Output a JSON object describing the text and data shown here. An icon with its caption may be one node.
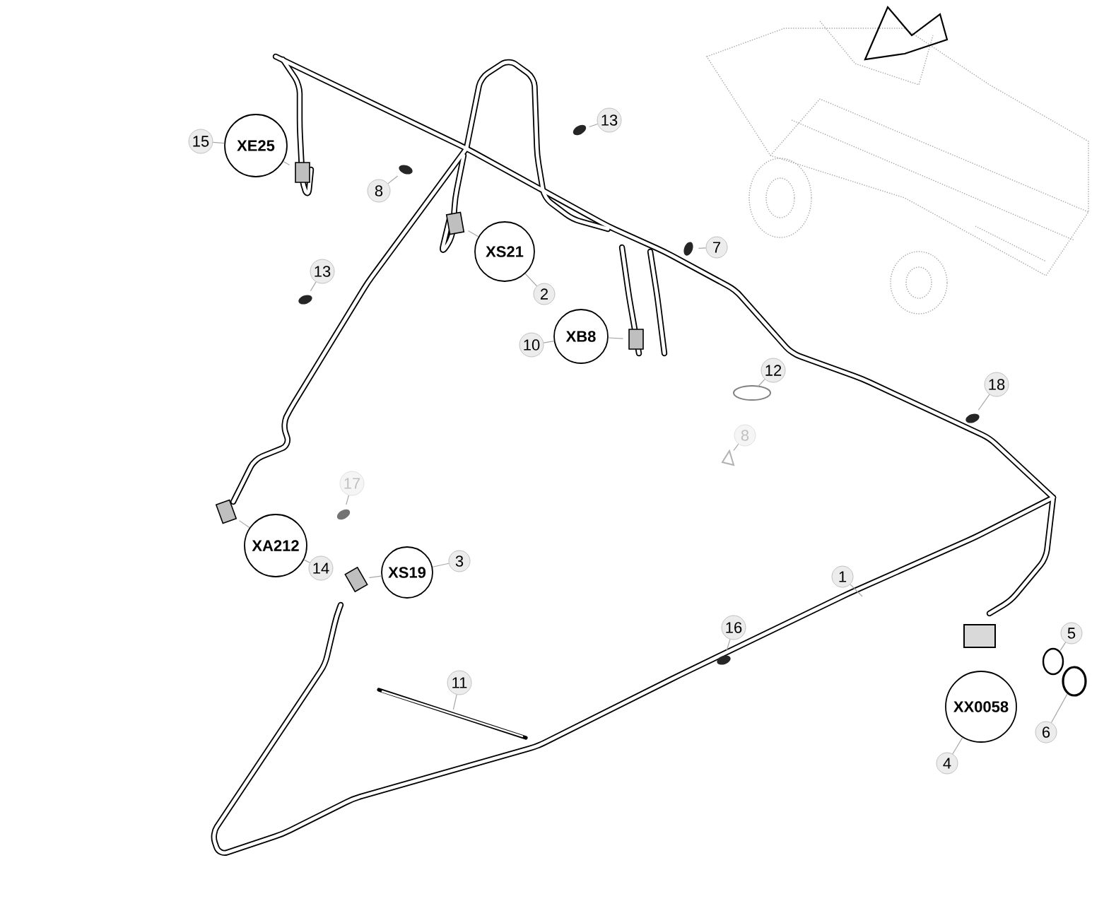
{
  "diagram": {
    "nodes": [
      {
        "text": [
          "15"
        ]
      },
      {
        "text": [
          "XE25"
        ]
      },
      {
        "text": [
          "8"
        ]
      },
      {
        "text": [
          "13"
        ]
      },
      {
        "text": [
          "13"
        ]
      },
      {
        "text": [
          "XS21"
        ]
      },
      {
        "text": [
          "2"
        ]
      },
      {
        "text": [
          "7"
        ]
      },
      {
        "text": [
          "XB8"
        ]
      },
      {
        "text": [
          "10"
        ]
      },
      {
        "text": [
          "12"
        ]
      },
      {
        "text": [
          "8"
        ]
      },
      {
        "text": [
          "18"
        ]
      },
      {
        "text": [
          "17"
        ]
      },
      {
        "text": [
          "XA212"
        ]
      },
      {
        "text": [
          "14"
        ]
      },
      {
        "text": [
          "XS19"
        ]
      },
      {
        "text": [
          "3"
        ]
      },
      {
        "text": [
          "1"
        ]
      },
      {
        "text": [
          "16"
        ]
      },
      {
        "text": [
          "11"
        ]
      },
      {
        "text": [
          "5"
        ]
      },
      {
        "text": [
          "XX0058"
        ]
      },
      {
        "text": [
          "6"
        ]
      },
      {
        "text": [
          "4"
        ]
      },
      {
        "text": [],
        "shape": "picture"
      },
      {
        "text": [],
        "shape": "picture"
      },
      {
        "text": [],
        "shape": "picture"
      },
      {
        "text": [],
        "shape": "picture"
      },
      {
        "text": [],
        "shape": "picture"
      },
      {
        "text": [],
        "shape": "picture"
      },
      {
        "text": [],
        "shape": "picture"
      },
      {
        "text": [],
        "shape": "picture"
      },
      {
        "text": [],
        "shape": "circle"
      },
      {
        "text": [],
        "shape": "box"
      },
      {
        "text": [],
        "shape": "box"
      },
      {
        "text": [],
        "shape": "box"
      },
      {
        "text": [],
        "shape": "box"
      },
      {
        "text": [],
        "shape": "box"
      },
      {
        "text": [],
        "shape": "picture"
      },
      {
        "text": [],
        "shape": "circle"
      },
      {
        "text": [],
        "shape": "circle"
      }
    ],
    "edges": [
      {
        "from": 0,
        "to": 1,
        "arrow": "none"
      },
      {
        "from": 1,
        "to": 34,
        "arrow": "none"
      },
      {
        "from": 2,
        "to": 25,
        "arrow": "none"
      },
      {
        "from": 3,
        "to": 26,
        "arrow": "none"
      },
      {
        "from": 4,
        "to": 27,
        "arrow": "none"
      },
      {
        "from": 5,
        "to": 35,
        "arrow": "none"
      },
      {
        "from": 6,
        "to": 5,
        "arrow": "none"
      },
      {
        "from": 7,
        "to": 28,
        "arrow": "none"
      },
      {
        "from": 8,
        "to": 36,
        "arrow": "none"
      },
      {
        "from": 9,
        "to": 8,
        "arrow": "none"
      },
      {
        "from": 10,
        "to": 33,
        "arrow": "none"
      },
      {
        "from": 11,
        "to": 32,
        "arrow": "none"
      },
      {
        "from": 12,
        "to": 29,
        "arrow": "none"
      },
      {
        "from": 13,
        "to": 30,
        "arrow": "none"
      },
      {
        "from": 14,
        "to": 37,
        "arrow": "none"
      },
      {
        "from": 15,
        "to": 14,
        "arrow": "none"
      },
      {
        "from": 16,
        "to": 38,
        "arrow": "none"
      },
      {
        "from": 17,
        "to": 16,
        "arrow": "none"
      },
      {
        "from": 18,
        "to": null,
        "arrow": "none"
      },
      {
        "from": 19,
        "to": 31,
        "arrow": "none"
      },
      {
        "from": 20,
        "to": 39,
        "arrow": "none"
      },
      {
        "from": 21,
        "to": 40,
        "arrow": "none"
      },
      {
        "from": 23,
        "to": 41,
        "arrow": "none"
      },
      {
        "from": 24,
        "to": 22,
        "arrow": "none"
      }
    ]
  }
}
